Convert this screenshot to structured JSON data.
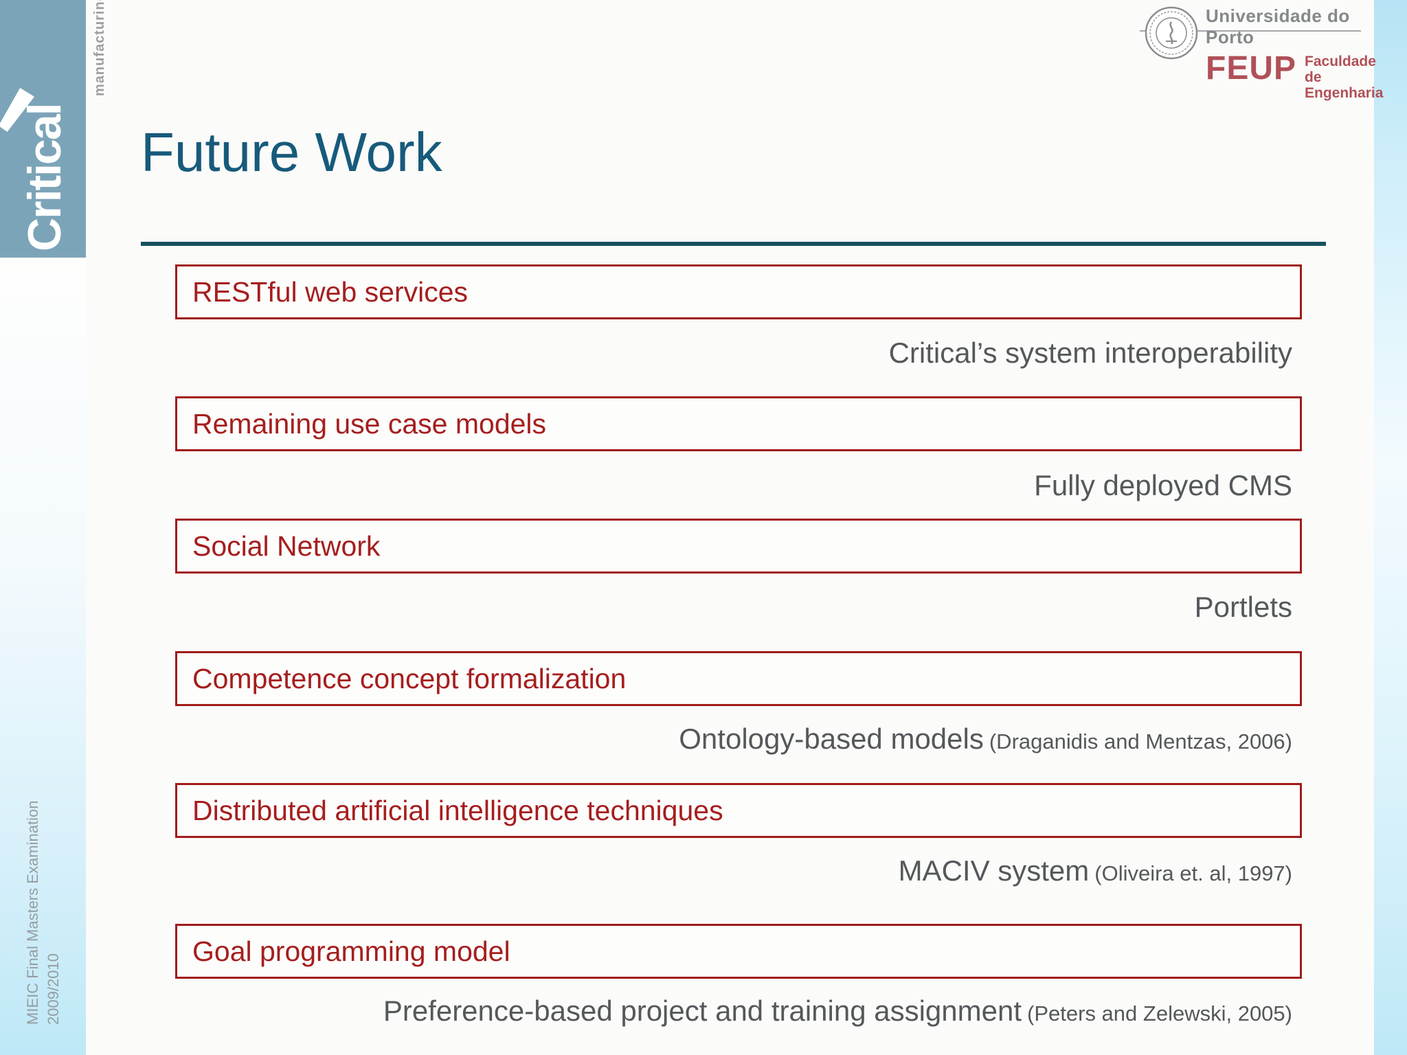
{
  "slide": {
    "title": "Future Work",
    "brand": {
      "name": "Critical",
      "tagline": "manufacturing"
    },
    "logo": {
      "university": "Universidade do Porto",
      "acronym": "FEUP",
      "faculty_line1": "Faculdade de",
      "faculty_line2": "Engenharia"
    },
    "footer": {
      "line1": "MIEIC Final Masters Examination",
      "line2": "2009/2010"
    }
  },
  "items": [
    {
      "label": "RESTful web services",
      "note": "Critical’s system interoperability",
      "citation": ""
    },
    {
      "label": "Remaining use case models",
      "note": "Fully deployed CMS",
      "citation": ""
    },
    {
      "label": "Social Network",
      "note": "Portlets",
      "citation": ""
    },
    {
      "label": "Competence concept formalization",
      "note": "Ontology-based models",
      "citation": "(Draganidis and Mentzas, 2006)"
    },
    {
      "label": "Distributed artificial intelligence techniques",
      "note": "MACIV system",
      "citation": "(Oliveira et. al, 1997)"
    },
    {
      "label": "Goal programming model",
      "note": "Preference-based project and training assignment",
      "citation": "(Peters and Zelewski, 2005)"
    }
  ],
  "colors": {
    "accent-red": "#a01b1b",
    "title-teal": "#175a7b",
    "rule-teal": "#17505f",
    "sidebar-blue": "#7ca4b8",
    "note-gray": "#54585a",
    "muted-gray": "#9ca0a2",
    "maroon": "#b05058",
    "strip-cyan": "#bee8f7"
  }
}
